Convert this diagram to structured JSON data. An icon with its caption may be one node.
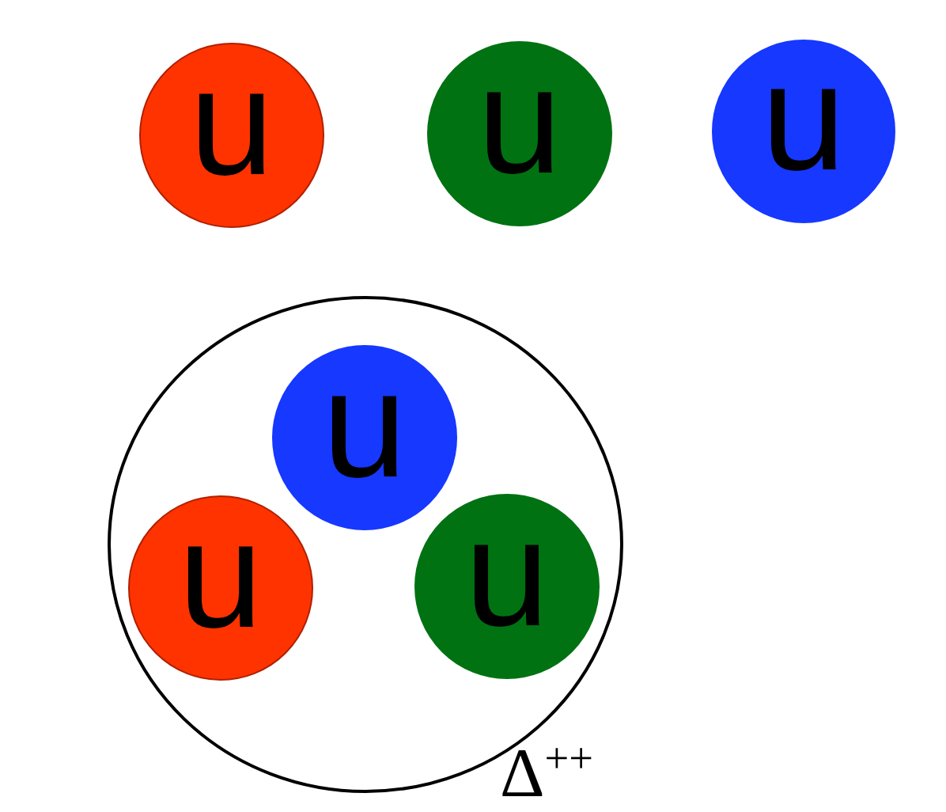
{
  "diagram": {
    "nodes": [
      {
        "text": [
          "u"
        ]
      },
      {
        "text": [
          "u"
        ]
      },
      {
        "text": [
          "u"
        ]
      },
      {
        "text": [
          "Δ$^{++}$"
        ]
      },
      {
        "text": [
          "u"
        ],
        "in": 3
      },
      {
        "text": [
          "u"
        ],
        "in": 3
      },
      {
        "text": [
          "u"
        ],
        "in": 3
      }
    ]
  }
}
